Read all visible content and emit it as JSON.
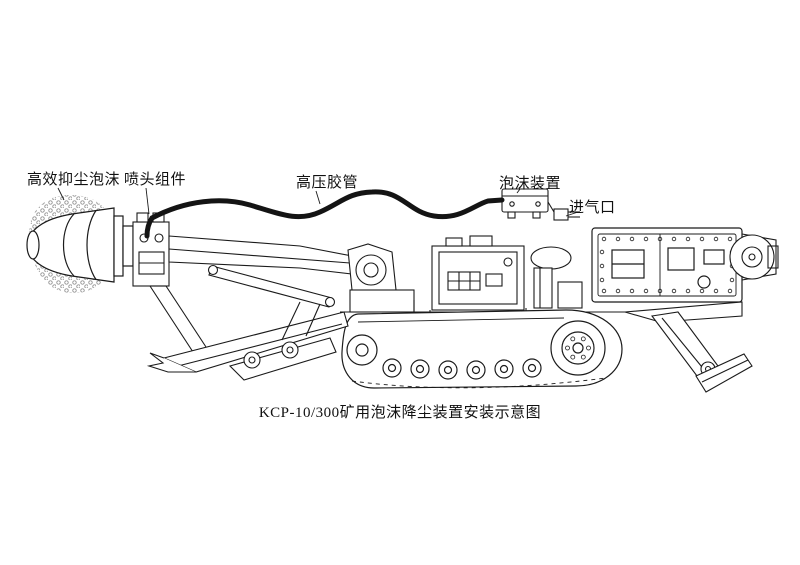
{
  "colors": {
    "background": "#ffffff",
    "line": "#1b1b1b"
  },
  "labels": {
    "foam": "高效抑尘泡沫",
    "nozzle_assembly": "喷头组件",
    "high_pressure_hose": "高压胶管",
    "foam_device": "泡沫装置",
    "air_inlet": "进气口"
  },
  "caption": "KCP-10/300矿用泡沫降尘装置安装示意图"
}
